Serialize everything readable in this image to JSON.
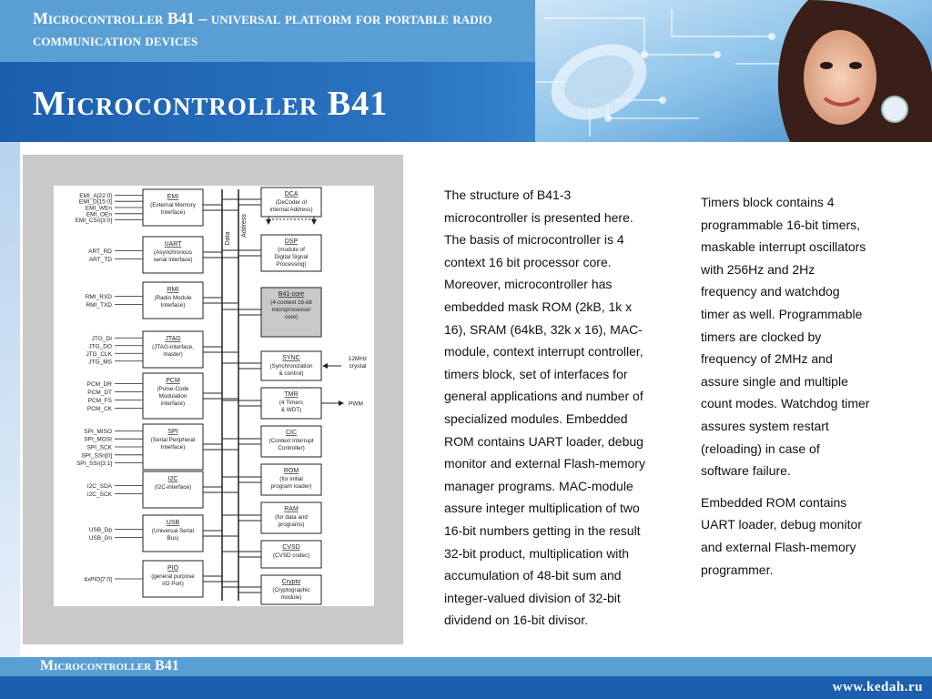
{
  "header": {
    "top_title": "Microcontroller B41 – universal platform for portable radio communication devices",
    "main_title": "Microcontroller B41"
  },
  "diagram": {
    "bus_labels": [
      "Data",
      "Address"
    ],
    "left_blocks": [
      {
        "title": "EMI",
        "desc": [
          "(External Memory",
          "Interface)"
        ],
        "signals": [
          "EMI_A[22:0]",
          "EMI_D[15:0]",
          "EMI_WEn",
          "EMI_OEn",
          "EMI_CSn[3:0]"
        ]
      },
      {
        "title": "UART",
        "desc": [
          "(Asynchronous",
          "serial interface)"
        ],
        "signals": [
          "ART_RD",
          "ART_TD"
        ]
      },
      {
        "title": "RMI",
        "desc": [
          "(Radio Module",
          "Interface)"
        ],
        "signals": [
          "RMI_RXD",
          "RMI_TXD"
        ]
      },
      {
        "title": "JTAG",
        "desc": [
          "(JTAG-interface,",
          "master)"
        ],
        "signals": [
          "JTG_DI",
          "JTG_DO",
          "JTG_CLK",
          "JTG_MS"
        ]
      },
      {
        "title": "PCM",
        "desc": [
          "(Pulse-Code",
          "Modulation",
          "interface)"
        ],
        "signals": [
          "PCM_DR",
          "PCM_DT",
          "PCM_FS",
          "PCM_CK"
        ]
      },
      {
        "title": "SPI",
        "desc": [
          "(Serial Peripheral",
          "Interface)"
        ],
        "signals": [
          "SPI_MISO",
          "SPI_MOSI",
          "SPI_SCK",
          "SPI_SSn[0]",
          "SPI_SSn[3:1]"
        ]
      },
      {
        "title": "I2C",
        "desc": [
          "(I2C-interface)"
        ],
        "signals": [
          "I2C_SDA",
          "I2C_SCK"
        ]
      },
      {
        "title": "USB",
        "desc": [
          "(Universal Serial",
          "Bus)"
        ],
        "signals": [
          "USB_Dp",
          "USB_Dn"
        ]
      },
      {
        "title": "PIO",
        "desc": [
          "(general purpose",
          "I/O Port)"
        ],
        "signals": [
          "4xPIO[7:0]"
        ]
      }
    ],
    "right_blocks": [
      {
        "title": "DCA",
        "desc": [
          "(DeCoder of",
          "internal Address)"
        ]
      },
      {
        "title": "DSP",
        "desc": [
          "(module of",
          "Digital Signal",
          "Processing)"
        ]
      },
      {
        "title": "B41-core",
        "desc": [
          "(4-context 16-bit",
          "microprocessor",
          "core)"
        ]
      },
      {
        "title": "SYNC",
        "desc": [
          "(Synchronization",
          "& control)"
        ]
      },
      {
        "title": "TMR",
        "desc": [
          "(4 Timers",
          "& WDT)"
        ]
      },
      {
        "title": "CIC",
        "desc": [
          "(Context Interrupt",
          "Controller)"
        ]
      },
      {
        "title": "ROM",
        "desc": [
          "(for initial",
          "program loader)"
        ]
      },
      {
        "title": "RAM",
        "desc": [
          "(for data and",
          "programs)"
        ]
      },
      {
        "title": "CVSD",
        "desc": [
          "(CVSD codec)"
        ]
      },
      {
        "title": "Crypto",
        "desc": [
          "(Cryptographic",
          "module)"
        ]
      }
    ],
    "sync_input": [
      "12MHz",
      "crystal"
    ],
    "tmr_output": "PWM"
  },
  "text": {
    "col1": "The structure of B41-3 microcontroller is presented here. The basis of microcontroller is 4 context 16 bit processor core. Moreover, microcontroller has embedded mask ROM (2kB, 1k x 16), SRAM (64kB, 32k x 16), MAC-module, context interrupt controller, timers block, set of interfaces for general applications and number of specialized modules. Embedded ROM contains UART loader, debug monitor and external Flash-memory manager programs. MAC-module assure integer multiplication of two 16-bit numbers getting in the result 32-bit product, multiplication with accumulation of 48-bit sum and integer-valued division of 32-bit dividend on 16-bit divisor.",
    "col2_p1": "Timers block contains 4 programmable 16-bit timers, maskable interrupt oscillators with 256Hz and 2Hz frequency and watchdog timer as well. Programmable timers are clocked by frequency of 2MHz and assure single and multiple count modes. Watchdog timer assures system restart (reloading) in case of software failure.",
    "col2_p2": "Embedded ROM contains UART loader, debug monitor and external Flash-memory programmer."
  },
  "footer": {
    "title": "Microcontroller B41",
    "url": "www.kedah.ru"
  }
}
